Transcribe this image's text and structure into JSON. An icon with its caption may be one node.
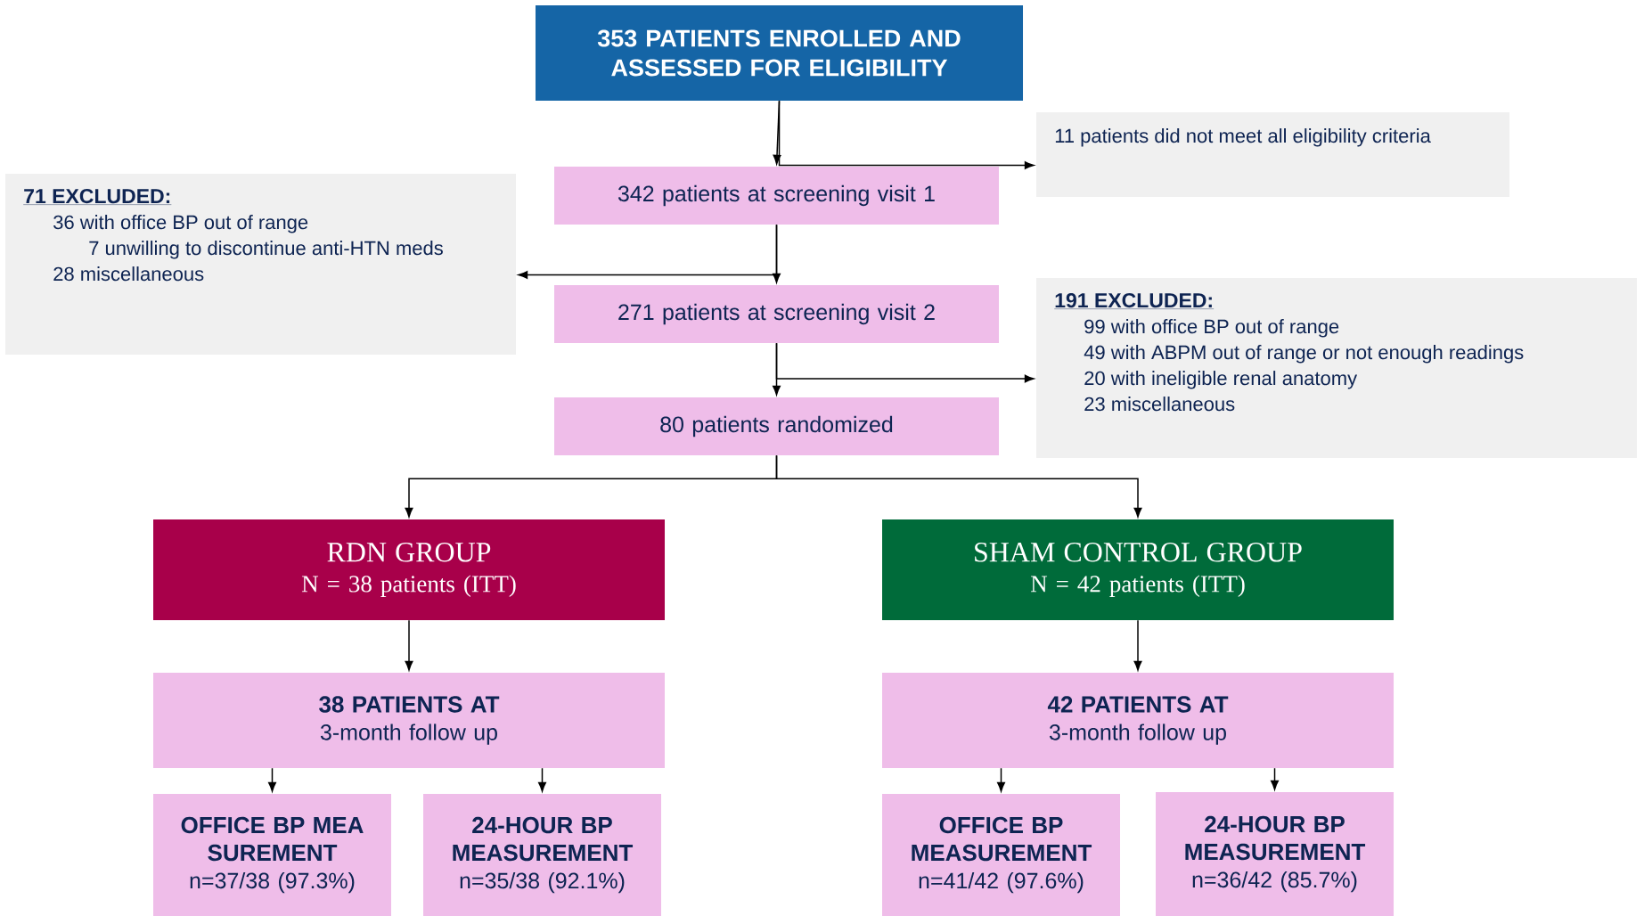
{
  "diagram": {
    "nodes": [
      {
        "text": [
          "353 PATIENTS ENROLLED AND ASSESSED FOR ELIGIBILITY"
        ]
      },
      {
        "text": [
          "11 patients did not meet all eligibility criteria"
        ]
      },
      {
        "text": [
          "342 patients at screening visit 1"
        ]
      },
      {
        "text": [
          "71 EXCLUDED:",
          "36 with office BP out of range",
          "7 unwilling to discontinue anti-HTN meds",
          "28 miscellaneous"
        ]
      },
      {
        "text": [
          "271 patients at screening visit 2"
        ]
      },
      {
        "text": [
          "191 EXCLUDED:",
          "99 with office BP out of range",
          "49 with ABPM out of range or not enough readings",
          "20 with ineligible renal anatomy",
          "23 miscellaneous"
        ]
      },
      {
        "text": [
          "80 patients randomized"
        ]
      },
      {
        "text": [
          "RDN GROUP",
          "N = 38 patients (ITT)"
        ]
      },
      {
        "text": [
          "SHAM CONTROL GROUP",
          "N = 42 patients (ITT)"
        ]
      },
      {
        "text": [
          "38 PATIENTS AT",
          "3-month follow up"
        ]
      },
      {
        "text": [
          "42 PATIENTS AT",
          "3-month follow up"
        ]
      },
      {
        "text": [
          "OFFICE BP MEA SUREMENT",
          "n=37/38 (97.3%)"
        ]
      },
      {
        "text": [
          "24-HOUR BP MEASUREMENT",
          "n=35/38 (92.1%)"
        ]
      },
      {
        "text": [
          "OFFICE BP MEASUREMENT",
          "n=41/42 (97.6%)"
        ]
      },
      {
        "text": [
          "24-HOUR BP MEASUREMENT",
          "n=36/42 (85.7%)"
        ]
      }
    ],
    "edges": [
      {
        "from": 0,
        "to": 2,
        "arrow": "to"
      },
      {
        "from": 0,
        "to": 1,
        "arrow": "to"
      },
      {
        "from": 2,
        "to": 4,
        "arrow": "to"
      },
      {
        "from": 2,
        "to": 3,
        "arrow": "to"
      },
      {
        "from": 4,
        "to": 6,
        "arrow": "to"
      },
      {
        "from": 4,
        "to": 5,
        "arrow": "to"
      },
      {
        "from": 6,
        "to": 7,
        "arrow": "to"
      },
      {
        "from": 6,
        "to": 8,
        "arrow": "to"
      },
      {
        "from": 7,
        "to": 9,
        "arrow": "to"
      },
      {
        "from": 8,
        "to": 10,
        "arrow": "to"
      },
      {
        "from": 9,
        "to": 11,
        "arrow": "to"
      },
      {
        "from": 9,
        "to": 12,
        "arrow": "to"
      },
      {
        "from": 10,
        "to": 13,
        "arrow": "to"
      },
      {
        "from": 10,
        "to": 14,
        "arrow": "to"
      }
    ]
  }
}
